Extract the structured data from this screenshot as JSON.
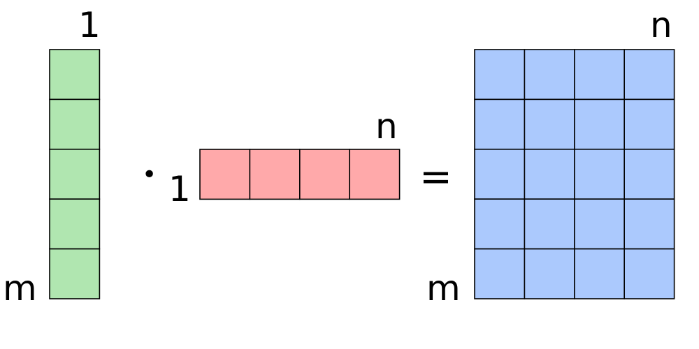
{
  "figure": {
    "description_symbols": {
      "dot": "•",
      "equals": "="
    },
    "column_vector": {
      "rows": 5,
      "cols": 1,
      "fill": "#b0e6b0",
      "top_label": "1",
      "left_label": "m"
    },
    "row_vector": {
      "rows": 1,
      "cols": 4,
      "fill": "#ffa9aa",
      "top_label": "n",
      "left_label": "1"
    },
    "result_matrix": {
      "rows": 5,
      "cols": 4,
      "fill": "#abc9fd",
      "top_label": "n",
      "left_label": "m"
    },
    "stroke_color": "#000000"
  }
}
